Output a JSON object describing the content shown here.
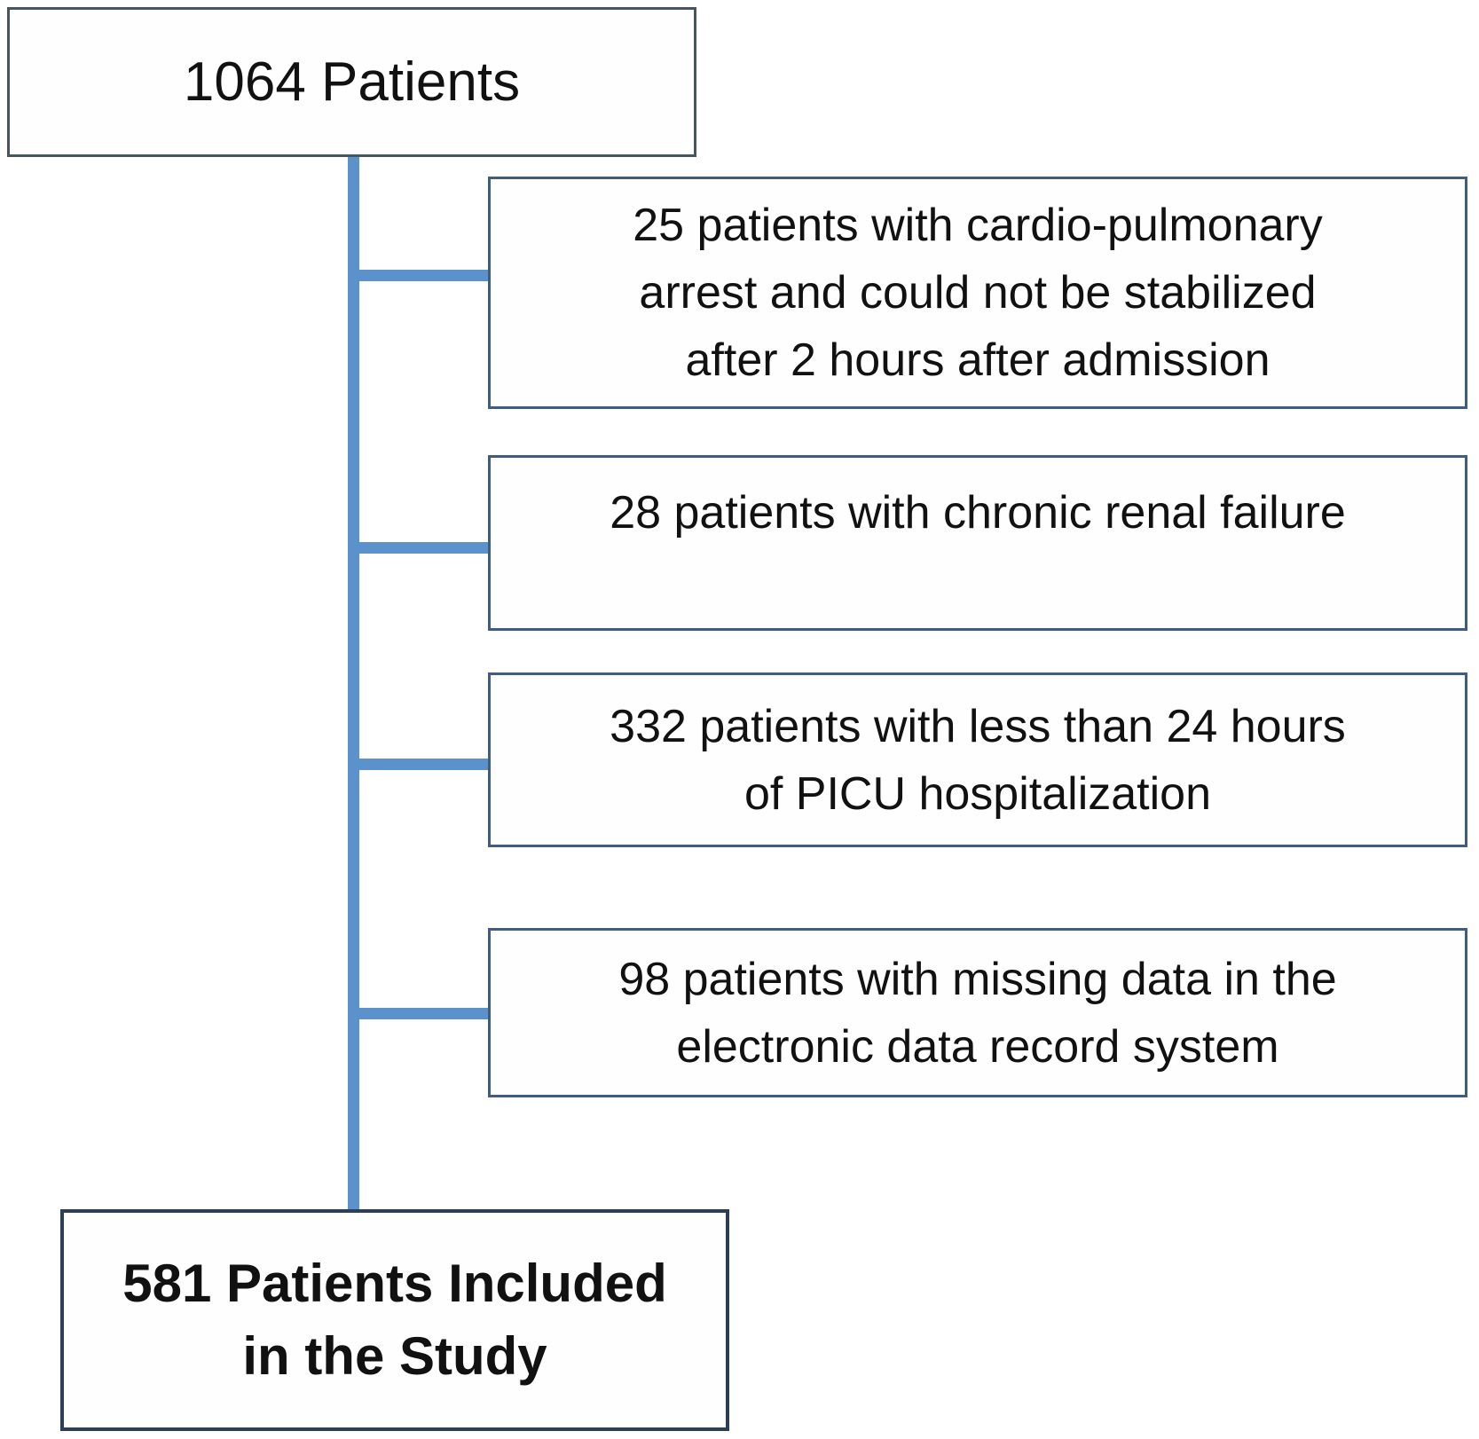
{
  "diagram": {
    "type": "patient-flow-chart",
    "top_box": {
      "label": "1064 Patients"
    },
    "exclusions": [
      {
        "lines": [
          "25 patients with cardio-pulmonary",
          "arrest and could not be stabilized",
          "after 2 hours after admission"
        ]
      },
      {
        "lines": [
          "28 patients with chronic renal failure"
        ]
      },
      {
        "lines": [
          "332 patients with less than 24 hours",
          "of PICU hospitalization"
        ]
      },
      {
        "lines": [
          "98 patients with missing data in the",
          "electronic data record system"
        ]
      }
    ],
    "result_box": {
      "lines": [
        "581 Patients Included",
        "in the Study"
      ]
    },
    "colors": {
      "connector_blue": "#5b92cc",
      "top_box_border": "#47555f",
      "exclusion_box_border": "#3f5d80",
      "result_box_border": "#2b3f58",
      "text": "#111111",
      "background": "#ffffff"
    }
  }
}
